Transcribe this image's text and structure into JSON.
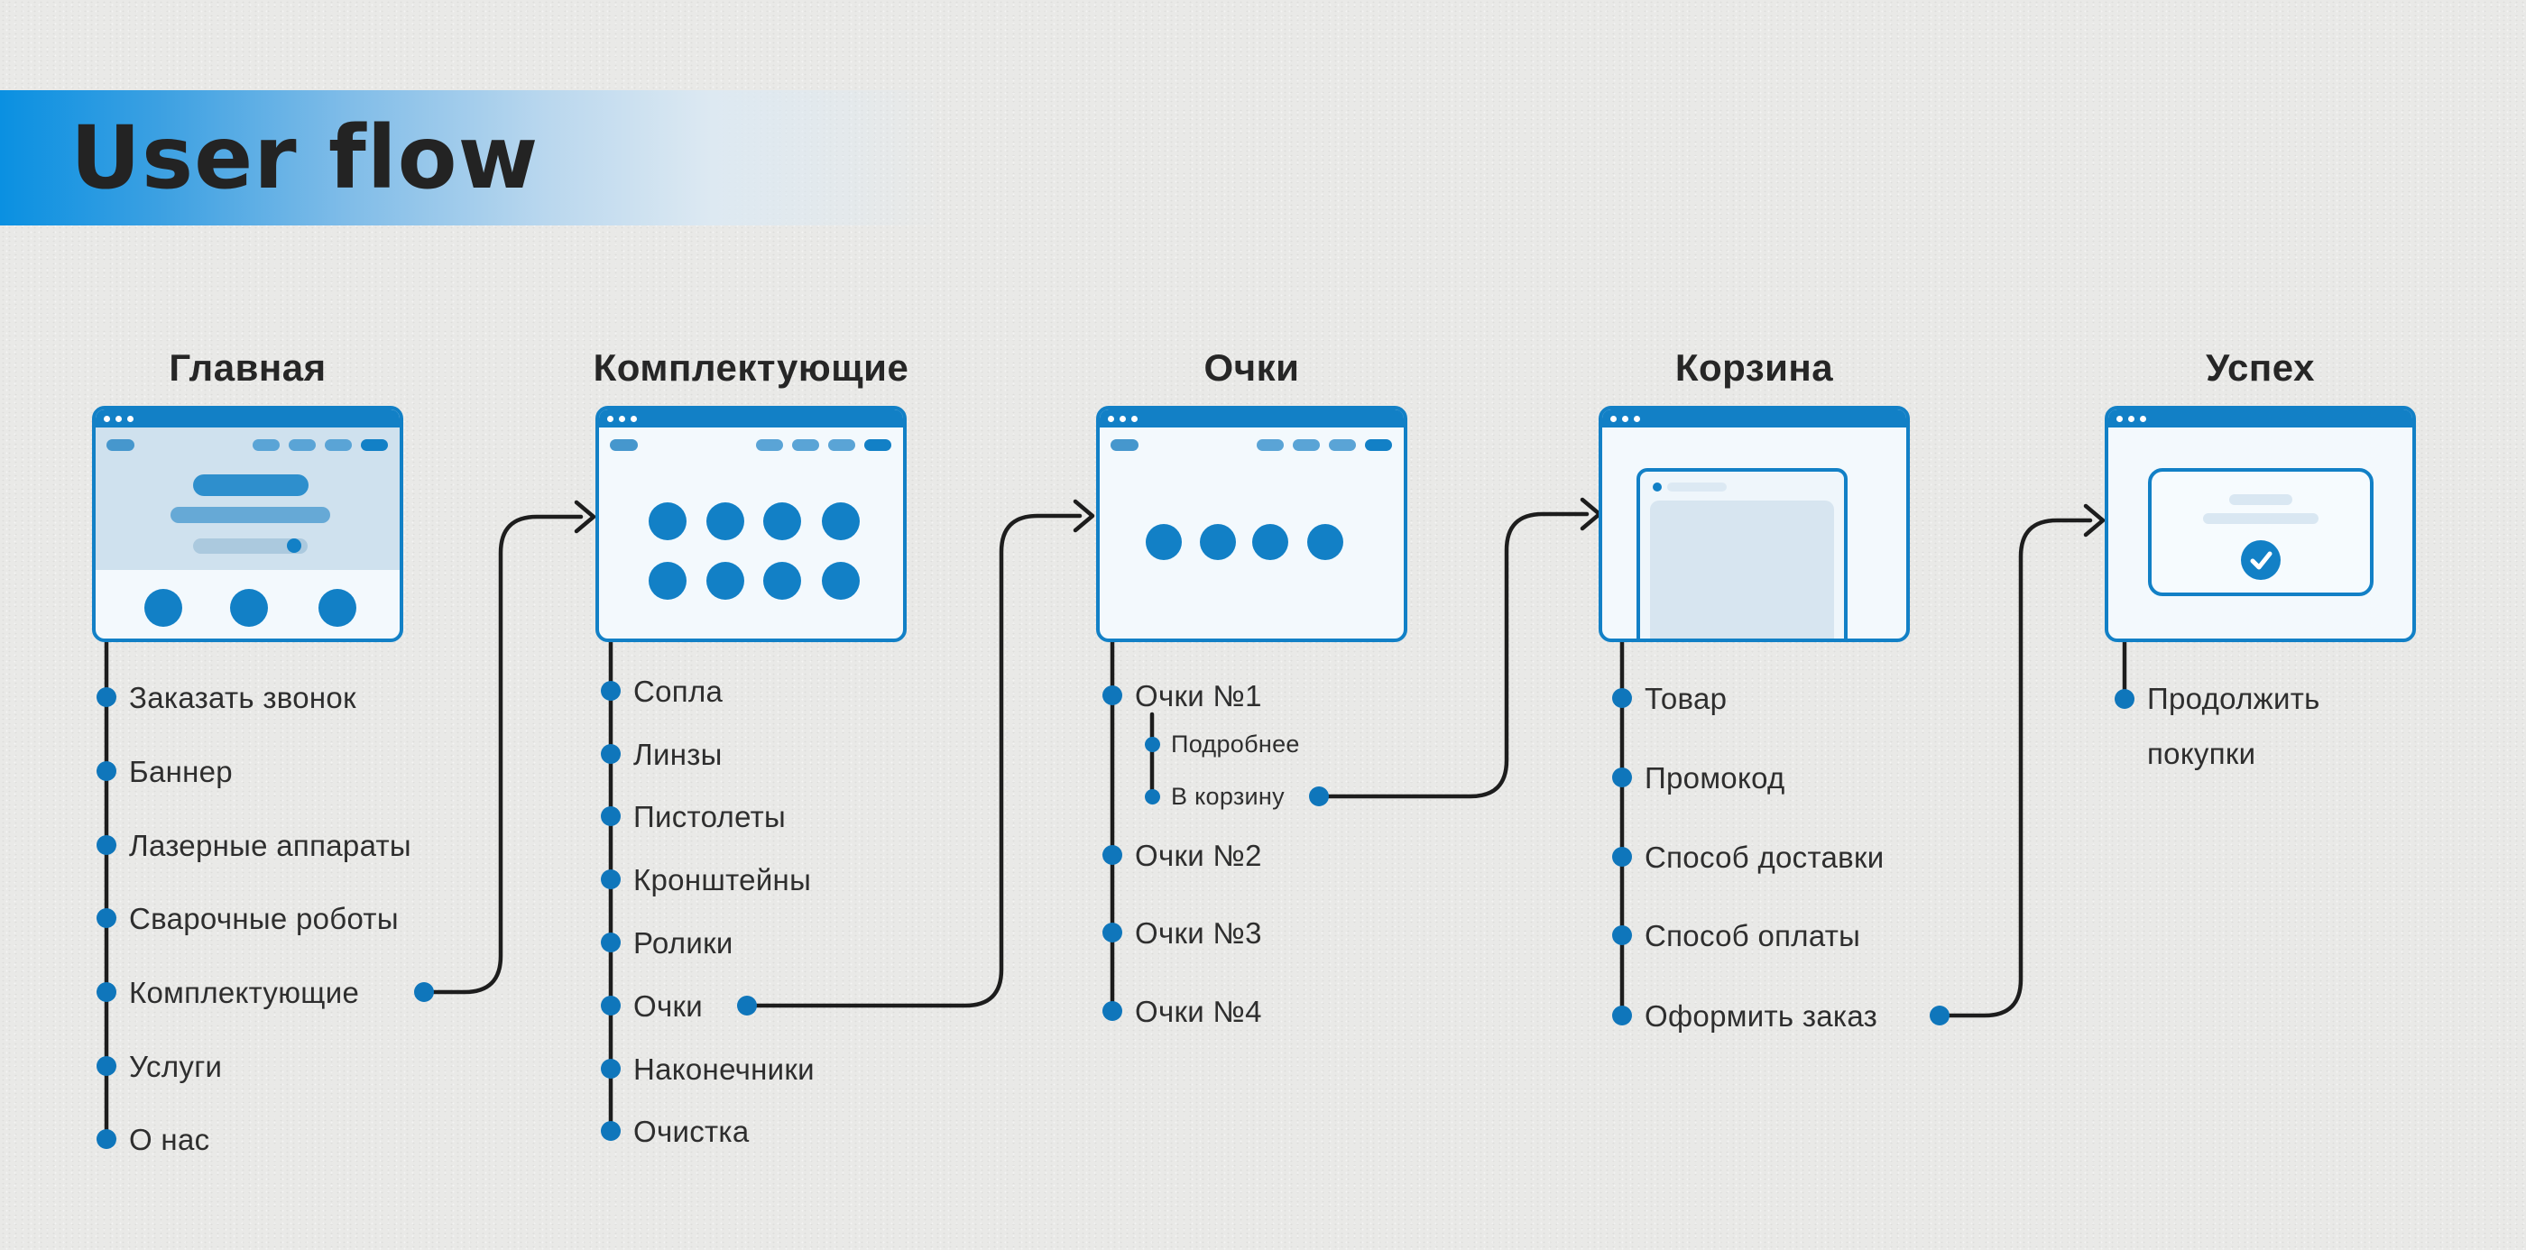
{
  "banner": {
    "title": "User flow"
  },
  "colors": {
    "background": "#e9e9e7",
    "accent_blue": "#1280c6",
    "bullet_blue": "#0f76bb",
    "line_dark": "#1d1d1d",
    "banner_gradient_start": "#0a90e1",
    "hero_light_blue": "#cfe1ee",
    "window_bg": "#f3f9fd"
  },
  "columns": [
    {
      "key": "home",
      "title": "Главная",
      "window": "hero",
      "items": [
        {
          "label": "Заказать звонок"
        },
        {
          "label": "Баннер"
        },
        {
          "label": "Лазерные аппараты"
        },
        {
          "label": "Сварочные роботы"
        },
        {
          "label": "Комплектующие",
          "connects_to_next": true
        },
        {
          "label": "Услуги"
        },
        {
          "label": "О нас"
        }
      ]
    },
    {
      "key": "components",
      "title": "Комплектующие",
      "window": "icon-grid",
      "items": [
        {
          "label": "Сопла"
        },
        {
          "label": "Линзы"
        },
        {
          "label": "Пистолеты"
        },
        {
          "label": "Кронштейны"
        },
        {
          "label": "Ролики"
        },
        {
          "label": "Очки",
          "connects_to_next": true
        },
        {
          "label": "Наконечники"
        },
        {
          "label": "Очистка"
        }
      ]
    },
    {
      "key": "glasses",
      "title": "Очки",
      "window": "icon-row",
      "items": [
        {
          "label": "Очки №1",
          "children": [
            {
              "label": "Подробнее"
            },
            {
              "label": "В корзину",
              "connects_to_next": true
            }
          ]
        },
        {
          "label": "Очки №2"
        },
        {
          "label": "Очки №3"
        },
        {
          "label": "Очки №4"
        }
      ]
    },
    {
      "key": "cart",
      "title": "Корзина",
      "window": "cart-modal",
      "items": [
        {
          "label": "Товар"
        },
        {
          "label": "Промокод"
        },
        {
          "label": "Способ доставки"
        },
        {
          "label": "Способ оплаты"
        },
        {
          "label": "Оформить заказ",
          "connects_to_next": true
        }
      ]
    },
    {
      "key": "success",
      "title": "Успех",
      "window": "success-modal",
      "items": [
        {
          "label": "Продолжить покупки",
          "multiline": true
        }
      ]
    }
  ]
}
